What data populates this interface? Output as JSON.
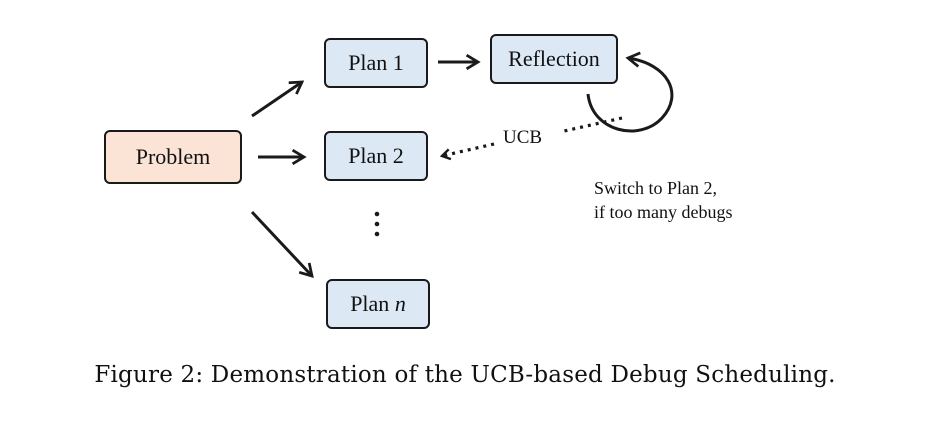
{
  "nodes": {
    "problem": "Problem",
    "plan1": "Plan 1",
    "plan2": "Plan 2",
    "plann_prefix": "Plan ",
    "plann_var": "n",
    "reflection": "Reflection"
  },
  "edge_labels": {
    "ucb": "UCB"
  },
  "note": {
    "line1": "Switch to Plan 2,",
    "line2": "if too many debugs"
  },
  "caption": "Figure 2: Demonstration of the UCB-based Debug Scheduling.",
  "colors": {
    "problem_fill": "#fbe3d6",
    "plan_fill": "#dde8f5",
    "stroke": "#1a1a1a"
  }
}
